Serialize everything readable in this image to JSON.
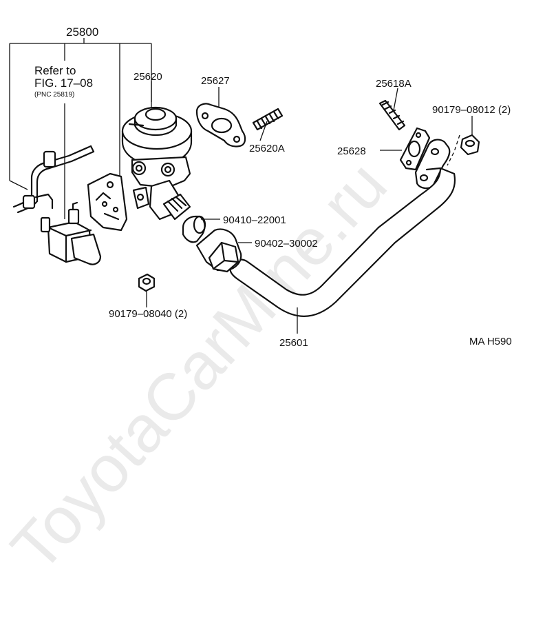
{
  "watermark": "ToyotaCarMine.ru",
  "figure_code": "MA H590",
  "reference": {
    "line1": "Refer to",
    "line2": "FIG. 17–08",
    "line3": "(PNC 25819)"
  },
  "parts": {
    "p25800": "25800",
    "p25620": "25620",
    "p25627": "25627",
    "p25620A": "25620A",
    "p25618A": "25618A",
    "p90179_08012": "90179–08012 (2)",
    "p25628": "25628",
    "p90410_22001": "90410–22001",
    "p90402_30002": "90402–30002",
    "p90179_08040": "90179–08040 (2)",
    "p25601": "25601"
  }
}
